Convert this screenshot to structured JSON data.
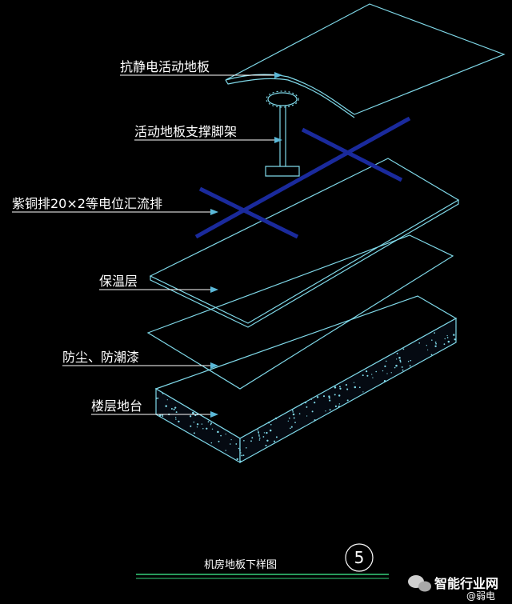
{
  "colors": {
    "background": "#000000",
    "outline": "#7fd8e8",
    "bus_bar": "#1a2a9c",
    "leader": "#ffffff",
    "arrow": "#5ab8d8",
    "underline": "#35d07a"
  },
  "labels": {
    "antistatic_floor": "抗静电活动地板",
    "floor_support": "活动地板支撑脚架",
    "copper_bus": "紫铜排20×2等电位汇流排",
    "insulation": "保温层",
    "dustproof": "防尘、防潮漆",
    "floor_slab": "楼层地台"
  },
  "title": "机房地板下样图",
  "figure_number": "5",
  "watermark": {
    "brand": "智能行业网",
    "handle": "@弱电"
  }
}
